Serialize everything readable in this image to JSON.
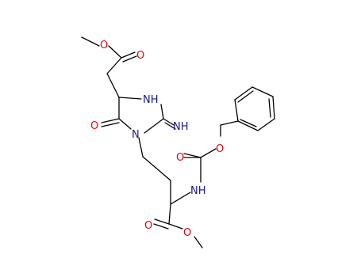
{
  "colors": {
    "oxygen": "#e8000b",
    "nitrogen": "#1a1a8c",
    "bond": "#000000",
    "background": "#ffffff"
  },
  "labels": {
    "o_ester_top_single": "O",
    "o_ester_top_double": "O",
    "o_ring_carbonyl": "O",
    "nh_ring": "NH",
    "imine": "NH",
    "n_ring": "N",
    "o_cbz_ether": "O",
    "o_cbz_carbonyl": "O",
    "nh_amide": "NH",
    "o_ester_bottom_double": "O",
    "o_ester_bottom_single": "O"
  }
}
